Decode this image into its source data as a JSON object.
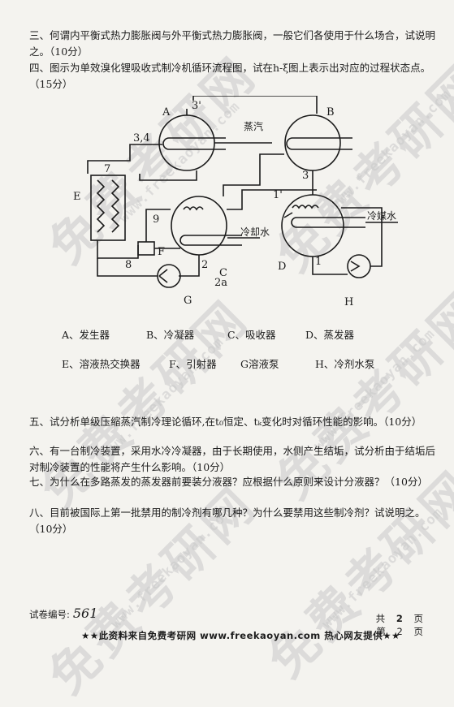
{
  "watermark": {
    "big_text": "免费考研网",
    "url_text": "www.freekaoyan.com"
  },
  "questions": [
    {
      "id": "q3",
      "text": "三、何谓内平衡式热力膨胀阀与外平衡式热力膨胀阀，一般它们各使用于什么场合，试说明之。（10分）"
    },
    {
      "id": "q4",
      "text": "四、图示为单效溴化锂吸收式制冷机循环流程图，试在h-ξ图上表示出对应的过程状态点。（15分）"
    }
  ],
  "diagram": {
    "labels": {
      "A": "A",
      "B": "B",
      "C": "C",
      "D": "D",
      "E": "E",
      "F": "F",
      "G": "G",
      "H": "H",
      "p3prime": "3'",
      "p3": "3",
      "p34": "3,4",
      "p7": "7",
      "p8": "8",
      "p9": "9",
      "p2": "2",
      "p2a": "2a",
      "p1": "1",
      "p1prime": "1'",
      "steam": "蒸汽",
      "cooling_water": "冷却水",
      "chilled_water": "冷媒水"
    }
  },
  "legend": {
    "row1": [
      "A、发生器",
      "B、冷凝器",
      "C、吸收器",
      "D、蒸发器"
    ],
    "row2": [
      "E、溶液热交换器",
      "F、引射器",
      "G溶液泵",
      "H、冷剂水泵"
    ]
  },
  "questions2": [
    {
      "id": "q5",
      "text": "五、试分析单级压缩蒸汽制冷理论循环,在t₀恒定、tₖ变化时对循环性能的影响。（10分）"
    },
    {
      "id": "q6",
      "text": "六、有一台制冷装置，采用水冷冷凝器，由于长期使用，水侧产生结垢，试分析由于结垢后对制冷装置的性能将产生什么影响。（10分）"
    },
    {
      "id": "q7",
      "text": "七、为什么在多路蒸发的蒸发器前要装分液器？应根据什么原则来设计分液器？（10分）"
    },
    {
      "id": "q8",
      "text": "八、目前被国际上第一批禁用的制冷剂有哪几种？为什么要禁用这些制冷剂？试说明之。（10分）"
    }
  ],
  "footer": {
    "exam_code_label": "试卷编号:",
    "exam_code_value": "561",
    "total_label": "共",
    "total_pages": "2",
    "page_unit": "页",
    "current_label": "第",
    "current_page": "2",
    "banner": "★★此资料来自免费考研网 www.freekaoyan.com 热心网友提供★★"
  }
}
